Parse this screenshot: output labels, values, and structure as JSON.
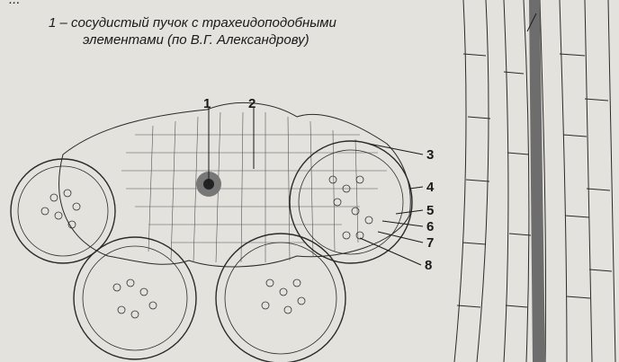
{
  "caption": {
    "top_line": "...",
    "line1": "1 – сосудистый пучок с трахеидоподобными",
    "line2": "элементами (по В.Г. Александрову)"
  },
  "labels": [
    "1",
    "2",
    "3",
    "4",
    "5",
    "6",
    "7",
    "8"
  ],
  "colors": {
    "background": "#e4e2dd",
    "ink": "#1a1a1a"
  }
}
